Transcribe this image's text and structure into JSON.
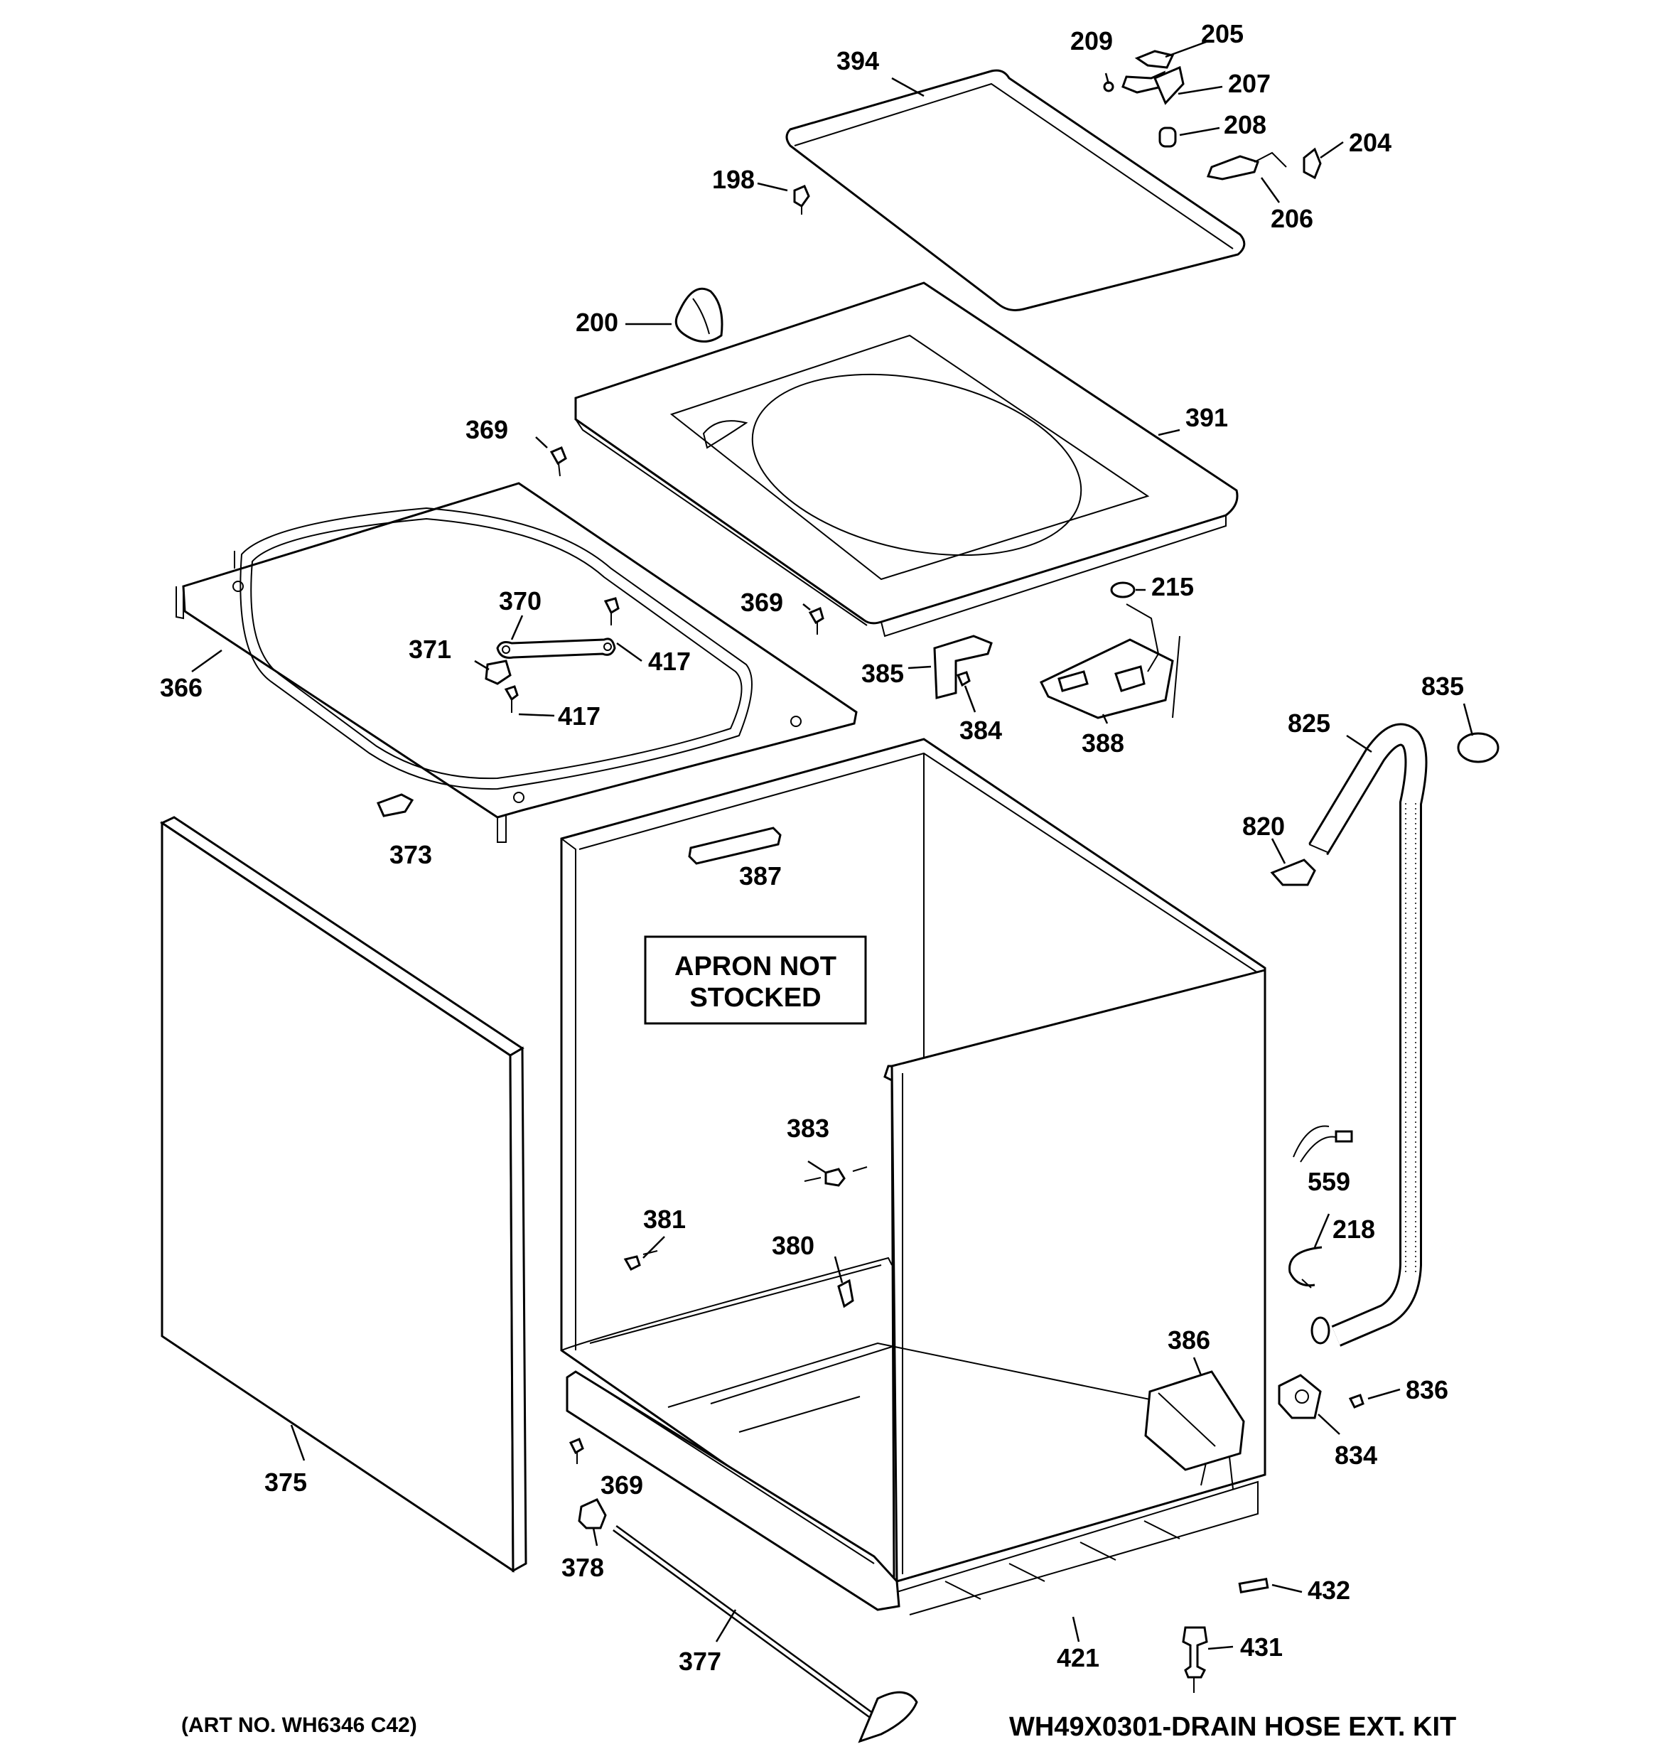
{
  "callouts": [
    {
      "id": "394",
      "text": "394"
    },
    {
      "id": "209",
      "text": "209"
    },
    {
      "id": "205",
      "text": "205"
    },
    {
      "id": "207",
      "text": "207"
    },
    {
      "id": "208",
      "text": "208"
    },
    {
      "id": "204",
      "text": "204"
    },
    {
      "id": "206",
      "text": "206"
    },
    {
      "id": "198",
      "text": "198"
    },
    {
      "id": "200",
      "text": "200"
    },
    {
      "id": "391",
      "text": "391"
    },
    {
      "id": "369a",
      "text": "369"
    },
    {
      "id": "369b",
      "text": "369"
    },
    {
      "id": "369c",
      "text": "369"
    },
    {
      "id": "370",
      "text": "370"
    },
    {
      "id": "371",
      "text": "371"
    },
    {
      "id": "417a",
      "text": "417"
    },
    {
      "id": "417b",
      "text": "417"
    },
    {
      "id": "366",
      "text": "366"
    },
    {
      "id": "373",
      "text": "373"
    },
    {
      "id": "215",
      "text": "215"
    },
    {
      "id": "385",
      "text": "385"
    },
    {
      "id": "384",
      "text": "384"
    },
    {
      "id": "388",
      "text": "388"
    },
    {
      "id": "835",
      "text": "835"
    },
    {
      "id": "825",
      "text": "825"
    },
    {
      "id": "820",
      "text": "820"
    },
    {
      "id": "387",
      "text": "387"
    },
    {
      "id": "383",
      "text": "383"
    },
    {
      "id": "381",
      "text": "381"
    },
    {
      "id": "380",
      "text": "380"
    },
    {
      "id": "559",
      "text": "559"
    },
    {
      "id": "218",
      "text": "218"
    },
    {
      "id": "386",
      "text": "386"
    },
    {
      "id": "836",
      "text": "836"
    },
    {
      "id": "834",
      "text": "834"
    },
    {
      "id": "375",
      "text": "375"
    },
    {
      "id": "378",
      "text": "378"
    },
    {
      "id": "377",
      "text": "377"
    },
    {
      "id": "421",
      "text": "421"
    },
    {
      "id": "432",
      "text": "432"
    },
    {
      "id": "431",
      "text": "431"
    }
  ],
  "note": {
    "line1": "APRON NOT",
    "line2": "STOCKED"
  },
  "footer": {
    "art_no": "(ART NO. WH6346 C42)",
    "kit": "WH49X0301-DRAIN HOSE EXT. KIT"
  }
}
